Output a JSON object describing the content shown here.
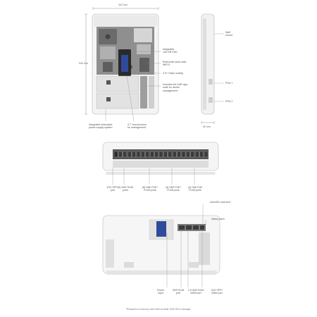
{
  "top_view": {
    "width_dim": "342 mm",
    "height_dim": "549 mm",
    "callouts": [
      "Integrated\n128 GB SSD",
      "Enterprise dual-radio\nWiFi 6",
      "2.5+ Gbps routing",
      "Includes full UniFi app\nsuite for device\nmanagement"
    ],
    "bottom_callouts": [
      "Integrated redundant\npower supply system",
      "4.7\" touchscreen\nfor management"
    ]
  },
  "side_view": {
    "depth_dim": "62 mm",
    "callouts": [
      "Wall\nmount",
      "PSU 1",
      "PSU 2"
    ]
  },
  "front_ports": {
    "labels": [
      "10G SFP+\nport",
      "(4) GbE RJ45\nports",
      "(8) GbE PoE+\nRJ45 ports",
      "(4) GbE PoE+\nRJ45 ports",
      "(4) GbE PoE\nRJ45 ports"
    ]
  },
  "rear_view": {
    "top_callouts": [
      "microSD card slot*",
      "Safety latch"
    ],
    "bottom_labels": [
      "Power\ninput",
      "GbE RJ45\nport",
      "2.5 GbE RJ45\nWAN port",
      "10G SFP+\nWAN port"
    ]
  },
  "footnote": "*Requires a memory card with at least 1GB SD in storage.",
  "colors": {
    "device_body": "#eeeeee",
    "device_edge": "#c8c8c8",
    "board": "#9a9a9a",
    "screen_blue": "#2f4a9a",
    "leader": "#888888"
  }
}
